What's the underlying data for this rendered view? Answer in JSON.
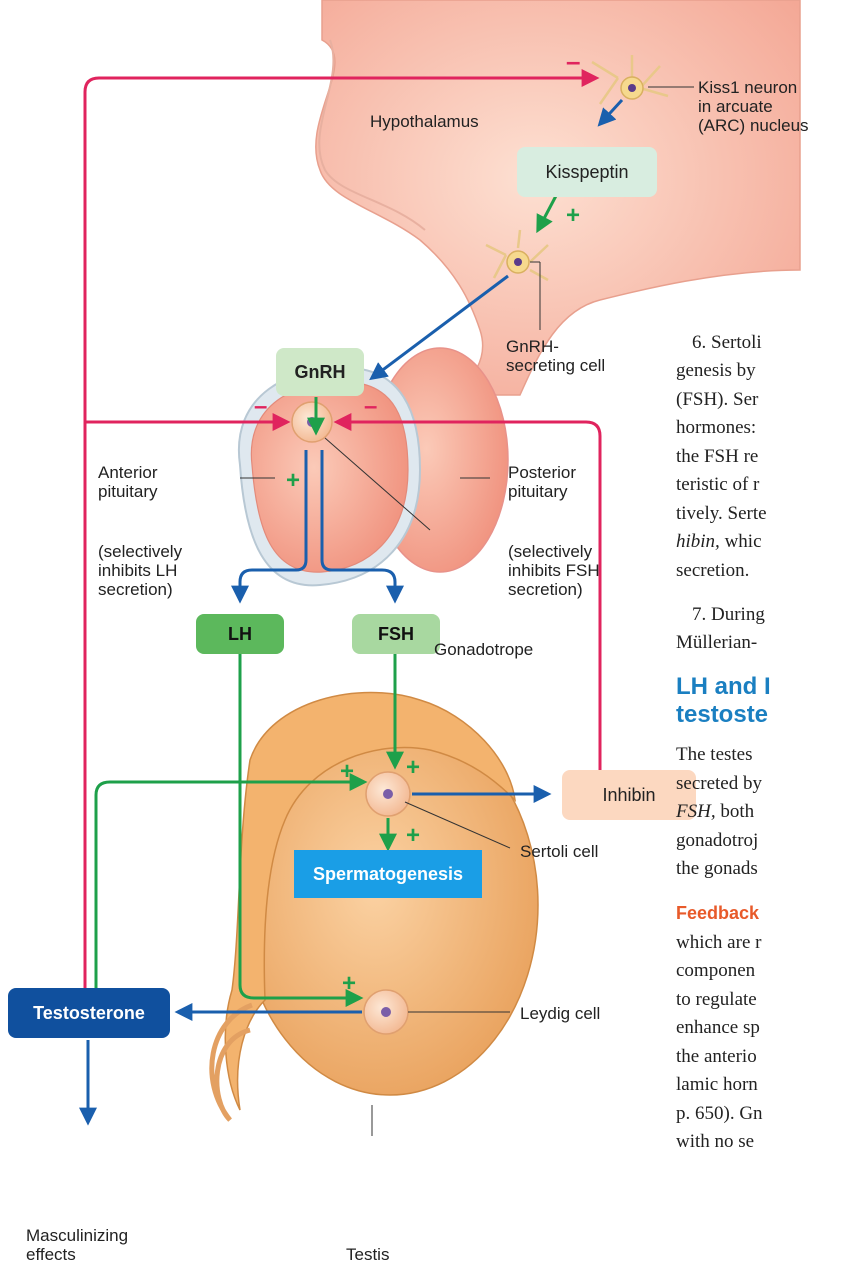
{
  "labels": {
    "hypothalamus": "Hypothalamus",
    "kiss1_line1": "Kiss1 neuron",
    "kiss1_line2": "in arcuate",
    "kiss1_line3": "(ARC) nucleus",
    "kisspeptin": "Kisspeptin",
    "gnrh_cell_line1": "GnRH-",
    "gnrh_cell_line2": "secreting cell",
    "gnrh": "GnRH",
    "anterior_line1": "Anterior",
    "anterior_line2": "pituitary",
    "posterior_line1": "Posterior",
    "posterior_line2": "pituitary",
    "left_note_line1": "(selectively",
    "left_note_line2": "inhibits LH",
    "left_note_line3": "secretion)",
    "right_note_line1": "(selectively",
    "right_note_line2": "inhibits FSH",
    "right_note_line3": "secretion)",
    "gonadotrope": "Gonadotrope",
    "lh": "LH",
    "fsh": "FSH",
    "inhibin": "Inhibin",
    "sertoli": "Sertoli cell",
    "spermatogenesis": "Spermatogenesis",
    "leydig": "Leydig cell",
    "testosterone": "Testosterone",
    "masc_line1": "Masculinizing",
    "masc_line2": "effects",
    "testis": "Testis"
  },
  "signs": {
    "plus": "+",
    "minus": "–"
  },
  "text": {
    "p6_line1": "6. Sertoli",
    "p6_line2": "genesis by",
    "p6_line3": "(FSH). Ser",
    "p6_line4": "hormones:",
    "p6_line5": "the FSH re",
    "p6_line6": "teristic of r",
    "p6_line7": "tively. Serte",
    "p6_line8_italic": "hibin,",
    "p6_line8_rest": " whic",
    "p6_line9": "secretion.",
    "p7_line1": "7. During",
    "p7_line2": "Müllerian-",
    "heading_line1": "LH and I",
    "heading_line2": "testoste",
    "b1_line1": "The testes",
    "b1_line2": "secreted by",
    "b1_line3_italic": "FSH,",
    "b1_line3_rest": " both",
    "b1_line4": "gonadotroj",
    "b1_line5": "the gonads",
    "feedback": "Feedback",
    "b2_line1": "which are r",
    "b2_line2": "componen",
    "b2_line3": "to regulate",
    "b2_line4": "enhance sp",
    "b2_line5": "the anterio",
    "b2_line6": "lamic horn",
    "b2_line7": "p. 650). Gn",
    "b2_line8": "with no se"
  },
  "colors": {
    "feedback_red": "#e0245e",
    "secretion_blue": "#1a5fad",
    "stimulus_green": "#1ea04a",
    "kisspeptin_box": "#d8ede0",
    "gnrh_box": "#cfe8c8",
    "lh_box": "#5cb85c",
    "fsh_box": "#a8d8a0",
    "inhibin_box": "#fcd8c0",
    "spermatogenesis_box": "#1a9ee6",
    "testosterone_box": "#10509e",
    "heading_blue": "#1a7fc1",
    "subhead_orange": "#e85a2a"
  },
  "icons": [
    "neuron-icon",
    "cell-icon",
    "arrow-icon"
  ]
}
